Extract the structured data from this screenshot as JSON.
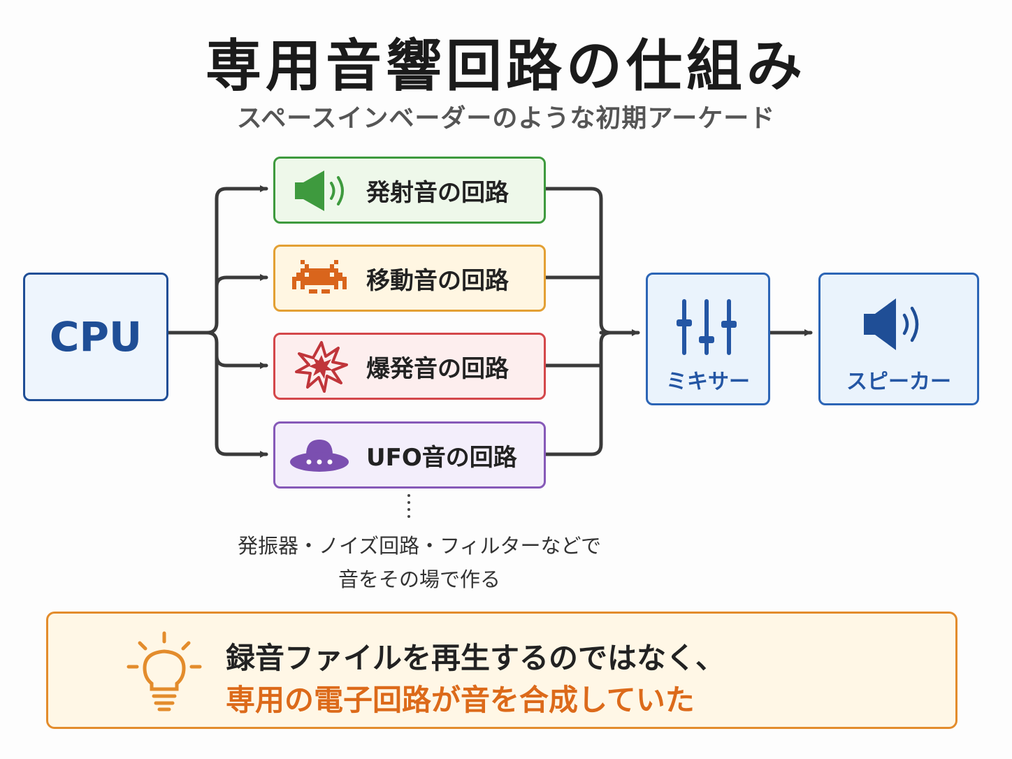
{
  "title": "専用音響回路の仕組み",
  "subtitle": "スペースインベーダーのような初期アーケード",
  "cpu_label": "CPU",
  "circuits": [
    {
      "label": "発射音の回路",
      "color": "#3e9a3e",
      "icon": "speaker-icon"
    },
    {
      "label": "移動音の回路",
      "color": "#d9651c",
      "icon": "invader-icon"
    },
    {
      "label": "爆発音の回路",
      "color": "#c0353a",
      "icon": "explosion-icon"
    },
    {
      "label": "UFO音の回路",
      "color": "#7b4fb0",
      "icon": "ufo-icon"
    }
  ],
  "mixer_label": "ミキサー",
  "speaker_label": "スピーカー",
  "note": {
    "line1": "発振器・ノイズ回路・フィルターなどで",
    "line2": "音をその場で作る"
  },
  "callout": {
    "line1": "録音ファイルを再生するのではなく、",
    "line2": "専用の電子回路が音を合成していた",
    "icon": "lightbulb-icon"
  }
}
